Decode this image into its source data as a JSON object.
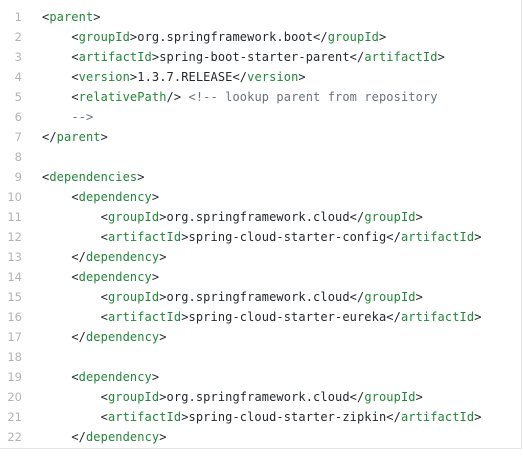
{
  "colors": {
    "tag": "#22863a",
    "text": "#24292e",
    "comment": "#6a737d",
    "line_number": "#b3b3b3",
    "border": "#e1e4e8"
  },
  "lines": [
    {
      "n": "1",
      "indent": 0,
      "tokens": [
        {
          "t": "p",
          "v": "<"
        },
        {
          "t": "tag",
          "v": "parent"
        },
        {
          "t": "p",
          "v": ">"
        }
      ]
    },
    {
      "n": "2",
      "indent": 1,
      "tokens": [
        {
          "t": "p",
          "v": "<"
        },
        {
          "t": "tag",
          "v": "groupId"
        },
        {
          "t": "p",
          "v": ">"
        },
        {
          "t": "text",
          "v": "org.springframework.boot"
        },
        {
          "t": "p",
          "v": "</"
        },
        {
          "t": "tag",
          "v": "groupId"
        },
        {
          "t": "p",
          "v": ">"
        }
      ]
    },
    {
      "n": "3",
      "indent": 1,
      "tokens": [
        {
          "t": "p",
          "v": "<"
        },
        {
          "t": "tag",
          "v": "artifactId"
        },
        {
          "t": "p",
          "v": ">"
        },
        {
          "t": "text",
          "v": "spring-boot-starter-parent"
        },
        {
          "t": "p",
          "v": "</"
        },
        {
          "t": "tag",
          "v": "artifactId"
        },
        {
          "t": "p",
          "v": ">"
        }
      ]
    },
    {
      "n": "4",
      "indent": 1,
      "tokens": [
        {
          "t": "p",
          "v": "<"
        },
        {
          "t": "tag",
          "v": "version"
        },
        {
          "t": "p",
          "v": ">"
        },
        {
          "t": "text",
          "v": "1.3.7.RELEASE"
        },
        {
          "t": "p",
          "v": "</"
        },
        {
          "t": "tag",
          "v": "version"
        },
        {
          "t": "p",
          "v": ">"
        }
      ]
    },
    {
      "n": "5",
      "indent": 1,
      "tokens": [
        {
          "t": "p",
          "v": "<"
        },
        {
          "t": "tag",
          "v": "relativePath"
        },
        {
          "t": "p",
          "v": "/> "
        },
        {
          "t": "comment",
          "v": "<!-- lookup parent from repository"
        }
      ]
    },
    {
      "n": "6",
      "indent": 1,
      "tokens": [
        {
          "t": "comment",
          "v": "-->"
        }
      ]
    },
    {
      "n": "7",
      "indent": 0,
      "tokens": [
        {
          "t": "p",
          "v": "</"
        },
        {
          "t": "tag",
          "v": "parent"
        },
        {
          "t": "p",
          "v": ">"
        }
      ]
    },
    {
      "n": "8",
      "indent": 0,
      "tokens": []
    },
    {
      "n": "9",
      "indent": 0,
      "tokens": [
        {
          "t": "p",
          "v": "<"
        },
        {
          "t": "tag",
          "v": "dependencies"
        },
        {
          "t": "p",
          "v": ">"
        }
      ]
    },
    {
      "n": "10",
      "indent": 1,
      "tokens": [
        {
          "t": "p",
          "v": "<"
        },
        {
          "t": "tag",
          "v": "dependency"
        },
        {
          "t": "p",
          "v": ">"
        }
      ]
    },
    {
      "n": "11",
      "indent": 2,
      "tokens": [
        {
          "t": "p",
          "v": "<"
        },
        {
          "t": "tag",
          "v": "groupId"
        },
        {
          "t": "p",
          "v": ">"
        },
        {
          "t": "text",
          "v": "org.springframework.cloud"
        },
        {
          "t": "p",
          "v": "</"
        },
        {
          "t": "tag",
          "v": "groupId"
        },
        {
          "t": "p",
          "v": ">"
        }
      ]
    },
    {
      "n": "12",
      "indent": 2,
      "tokens": [
        {
          "t": "p",
          "v": "<"
        },
        {
          "t": "tag",
          "v": "artifactId"
        },
        {
          "t": "p",
          "v": ">"
        },
        {
          "t": "text",
          "v": "spring-cloud-starter-config"
        },
        {
          "t": "p",
          "v": "</"
        },
        {
          "t": "tag",
          "v": "artifactId"
        },
        {
          "t": "p",
          "v": ">"
        }
      ]
    },
    {
      "n": "13",
      "indent": 1,
      "tokens": [
        {
          "t": "p",
          "v": "</"
        },
        {
          "t": "tag",
          "v": "dependency"
        },
        {
          "t": "p",
          "v": ">"
        }
      ]
    },
    {
      "n": "14",
      "indent": 1,
      "tokens": [
        {
          "t": "p",
          "v": "<"
        },
        {
          "t": "tag",
          "v": "dependency"
        },
        {
          "t": "p",
          "v": ">"
        }
      ]
    },
    {
      "n": "15",
      "indent": 2,
      "tokens": [
        {
          "t": "p",
          "v": "<"
        },
        {
          "t": "tag",
          "v": "groupId"
        },
        {
          "t": "p",
          "v": ">"
        },
        {
          "t": "text",
          "v": "org.springframework.cloud"
        },
        {
          "t": "p",
          "v": "</"
        },
        {
          "t": "tag",
          "v": "groupId"
        },
        {
          "t": "p",
          "v": ">"
        }
      ]
    },
    {
      "n": "16",
      "indent": 2,
      "tokens": [
        {
          "t": "p",
          "v": "<"
        },
        {
          "t": "tag",
          "v": "artifactId"
        },
        {
          "t": "p",
          "v": ">"
        },
        {
          "t": "text",
          "v": "spring-cloud-starter-eureka"
        },
        {
          "t": "p",
          "v": "</"
        },
        {
          "t": "tag",
          "v": "artifactId"
        },
        {
          "t": "p",
          "v": ">"
        }
      ]
    },
    {
      "n": "17",
      "indent": 1,
      "tokens": [
        {
          "t": "p",
          "v": "</"
        },
        {
          "t": "tag",
          "v": "dependency"
        },
        {
          "t": "p",
          "v": ">"
        }
      ]
    },
    {
      "n": "18",
      "indent": 0,
      "tokens": []
    },
    {
      "n": "19",
      "indent": 1,
      "tokens": [
        {
          "t": "p",
          "v": "<"
        },
        {
          "t": "tag",
          "v": "dependency"
        },
        {
          "t": "p",
          "v": ">"
        }
      ]
    },
    {
      "n": "20",
      "indent": 2,
      "tokens": [
        {
          "t": "p",
          "v": "<"
        },
        {
          "t": "tag",
          "v": "groupId"
        },
        {
          "t": "p",
          "v": ">"
        },
        {
          "t": "text",
          "v": "org.springframework.cloud"
        },
        {
          "t": "p",
          "v": "</"
        },
        {
          "t": "tag",
          "v": "groupId"
        },
        {
          "t": "p",
          "v": ">"
        }
      ]
    },
    {
      "n": "21",
      "indent": 2,
      "tokens": [
        {
          "t": "p",
          "v": "<"
        },
        {
          "t": "tag",
          "v": "artifactId"
        },
        {
          "t": "p",
          "v": ">"
        },
        {
          "t": "text",
          "v": "spring-cloud-starter-zipkin"
        },
        {
          "t": "p",
          "v": "</"
        },
        {
          "t": "tag",
          "v": "artifactId"
        },
        {
          "t": "p",
          "v": ">"
        }
      ]
    },
    {
      "n": "22",
      "indent": 1,
      "tokens": [
        {
          "t": "p",
          "v": "</"
        },
        {
          "t": "tag",
          "v": "dependency"
        },
        {
          "t": "p",
          "v": ">"
        }
      ]
    }
  ]
}
